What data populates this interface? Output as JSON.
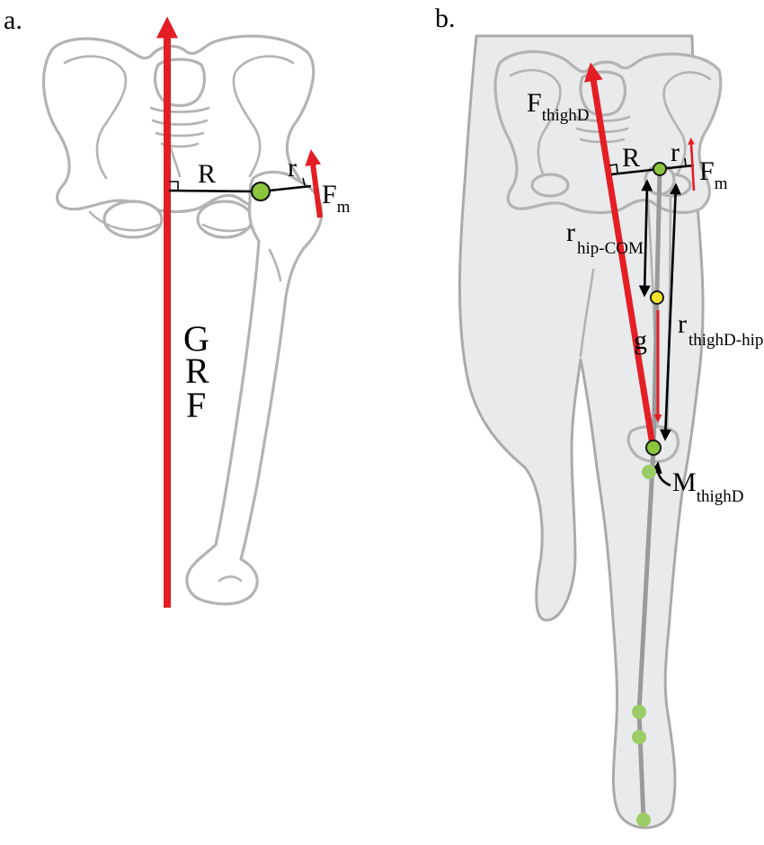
{
  "panels": {
    "a": {
      "label": "a.",
      "R": "R",
      "r": "r",
      "grf": [
        "G",
        "R",
        "F"
      ],
      "Fm_main": "F",
      "Fm_sub": "m"
    },
    "b": {
      "label": "b.",
      "F_thigh_main": "F",
      "F_thigh_sub": "thighD",
      "R": "R",
      "r": "r",
      "Fm_main": "F",
      "Fm_sub": "m",
      "r_hip_com_main": "r",
      "r_hip_com_sub": "hip-COM",
      "g": "g",
      "r_thigh_hip_main": "r",
      "r_thigh_hip_sub": "thighD-hip",
      "M_main": "M",
      "M_sub": "thighD"
    }
  },
  "colors": {
    "force": "#e31e24",
    "joint": "#8cc63f",
    "com": "#f5e22a",
    "segment_dot": "#9ccc65",
    "bone_stroke": "#b3b3b3",
    "body_fill": "#e8eaeb"
  }
}
